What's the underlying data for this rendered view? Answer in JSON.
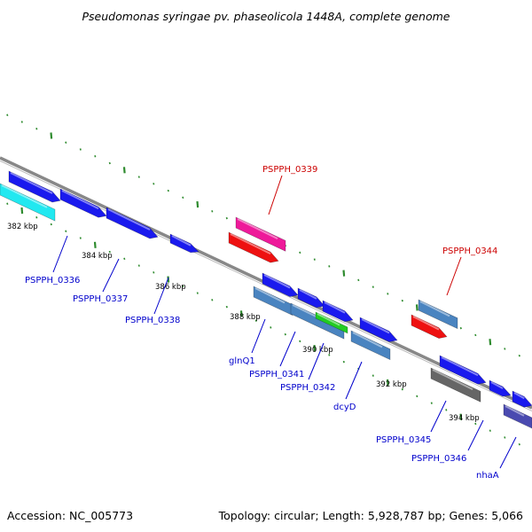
{
  "title": "Pseudomonas syringae pv. phaseolicola 1448A, complete genome",
  "footer": {
    "accession": "Accession: NC_005773",
    "topology": "Topology: circular; Length: 5,928,787 bp; Genes: 5,066"
  },
  "colors": {
    "backbone": "#888888",
    "tick": "#2e8b2e",
    "label_blue": "#0000cc",
    "label_red": "#cc0000",
    "gene_blue": "#1a1aee",
    "gene_steel": "#4a84c0",
    "gene_cyan": "#22e8f0",
    "gene_magenta": "#ee1a9a",
    "gene_red": "#ee1111",
    "gene_green": "#22cc22",
    "gene_gray": "#666666",
    "gene_purple": "#4a4ab0"
  },
  "scale": {
    "tick_labels": [
      "382 kbp",
      "384 kbp",
      "386 kbp",
      "388 kbp",
      "390 kbp",
      "392 kbp",
      "394 kbp"
    ]
  },
  "genes": [
    {
      "label": "PSPPH_0336",
      "color": "blue"
    },
    {
      "label": "PSPPH_0337",
      "color": "blue"
    },
    {
      "label": "PSPPH_0338",
      "color": "blue"
    },
    {
      "label": "PSPPH_0339",
      "color": "red"
    },
    {
      "label": "glnQ1",
      "color": "blue"
    },
    {
      "label": "PSPPH_0341",
      "color": "blue"
    },
    {
      "label": "PSPPH_0342",
      "color": "blue"
    },
    {
      "label": "dcyD",
      "color": "blue"
    },
    {
      "label": "PSPPH_0344",
      "color": "red"
    },
    {
      "label": "PSPPH_0345",
      "color": "blue"
    },
    {
      "label": "PSPPH_0346",
      "color": "blue"
    },
    {
      "label": "nhaA",
      "color": "blue"
    }
  ]
}
